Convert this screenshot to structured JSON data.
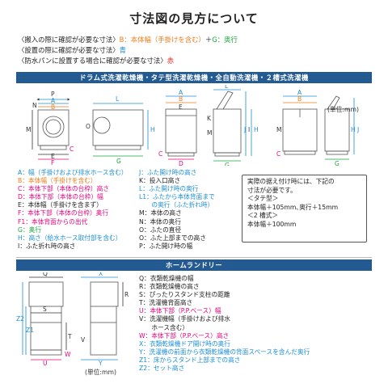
{
  "title": "寸法図の見方について",
  "intro": [
    {
      "segments": [
        {
          "t": "〈搬入の際に確認が必要な寸法〉",
          "c": ""
        },
        {
          "t": "B：本体幅（手掛けを含む）",
          "c": "orange"
        },
        {
          "t": "＋",
          "c": ""
        },
        {
          "t": "G：奥行",
          "c": "green"
        }
      ]
    },
    {
      "segments": [
        {
          "t": "〈設置の際に確認が必要な寸法〉",
          "c": ""
        },
        {
          "t": "青",
          "c": "blue"
        }
      ]
    },
    {
      "segments": [
        {
          "t": "〈防水パンに設置する場合に確認が必要な寸法〉",
          "c": ""
        },
        {
          "t": "赤",
          "c": "red"
        }
      ]
    }
  ],
  "section1_title": "ドラム式洗濯乾燥機・タテ型洗濯乾燥機・全自動洗濯機・２槽式洗濯機",
  "section2_title": "ホームランドリー",
  "unit_label": "(単位:mm)",
  "diagram_letters": {
    "drum_front": [
      "P",
      "A",
      "B",
      "N",
      "M",
      "C",
      "E",
      "F"
    ],
    "drum_side": [
      "L",
      "O",
      "H",
      "G"
    ],
    "tate_front": [
      "A",
      "B",
      "C",
      "D",
      "E"
    ],
    "tate_side": [
      "L",
      "K",
      "J",
      "I",
      "M",
      "H",
      "G"
    ],
    "nisou_front": [
      "A",
      "B",
      "M",
      "C"
    ],
    "nisou_side": [
      "H",
      "J",
      "G"
    ],
    "home_front": [
      "Q",
      "T",
      "S",
      "Z2",
      "Z1",
      "U",
      "W"
    ],
    "home_side": [
      "X",
      "R",
      "V",
      "Y"
    ]
  },
  "legend_left": [
    {
      "text": "A：幅（手掛けおよび排水ホース含む）",
      "c": "blue"
    },
    {
      "text": "B：本体幅（手掛けを含む）",
      "c": "orange"
    },
    {
      "text": "C：本体下部（本体の台枠）高さ",
      "c": "pink"
    },
    {
      "text": "D：本体下部（本体の台枠）幅",
      "c": "pink"
    },
    {
      "text": "E：本体幅（手掛けを含まず）",
      "c": ""
    },
    {
      "text": "F：本体下部（本体の台枠）奥行",
      "c": "pink"
    },
    {
      "text": "F1：本体背面からの出代",
      "c": "pink"
    },
    {
      "text": "G：奥行",
      "c": "green"
    },
    {
      "text": "H：高さ（給水ホース取付部を含む）",
      "c": "blue"
    },
    {
      "text": "I：ふた折れ時の高さ",
      "c": ""
    }
  ],
  "legend_mid": [
    {
      "text": "J：ふた開け時の高さ",
      "c": "blue"
    },
    {
      "text": "K：投入口高さ",
      "c": ""
    },
    {
      "text": "L：ふた開け時の奥行",
      "c": "blue"
    },
    {
      "text": "L1：ふたから本体背面まで",
      "c": "blue"
    },
    {
      "text": "　　の奥行（ふた折れ時）",
      "c": "blue"
    },
    {
      "text": "M：本体の高さ",
      "c": ""
    },
    {
      "text": "N：本体の奥行",
      "c": ""
    },
    {
      "text": "O：ふたの直径",
      "c": ""
    },
    {
      "text": "O：ふた上部までの高さ",
      "c": ""
    },
    {
      "text": "P：ふた開け時の幅",
      "c": ""
    }
  ],
  "note": [
    "実際の据え付け時には、下記の",
    "寸法が必要です。",
    "＜タテ型＞",
    "本体幅＋105mm､奥行＋15mm",
    "＜2 槽式＞",
    "本体幅＋100mm"
  ],
  "legend_home": [
    {
      "text": "Q：衣類乾燥機の幅",
      "c": ""
    },
    {
      "text": "R：衣類乾燥機の高さ",
      "c": ""
    },
    {
      "text": "S：ぴったりスタンド支柱の距離",
      "c": ""
    },
    {
      "text": "T：洗濯機背面高さ",
      "c": ""
    },
    {
      "text": "U：本体下部（P.P.ベース）幅",
      "c": "pink"
    },
    {
      "text": "V：洗濯機幅（手掛けおよび排水",
      "c": ""
    },
    {
      "text": "　　ホース含む）",
      "c": ""
    },
    {
      "text": "W：本体下部（P.P.ベース）高さ",
      "c": "pink"
    },
    {
      "text": "X：衣類乾燥機ドア開け時の奥行",
      "c": "blue"
    },
    {
      "text": "Y：洗濯機の前面から衣類乾燥機の背面スペースを含んだ奥行",
      "c": "blue"
    },
    {
      "text": "Z1：床からスタンド上部までの高さ",
      "c": "blue"
    },
    {
      "text": "Z2：セット高さ",
      "c": "blue"
    }
  ],
  "colors": {
    "bar": "#235a92",
    "blue": "#1c8fd6",
    "orange": "#ee7d1a",
    "red": "#e2231a",
    "green": "#17a83c",
    "pink": "#e6007e"
  }
}
